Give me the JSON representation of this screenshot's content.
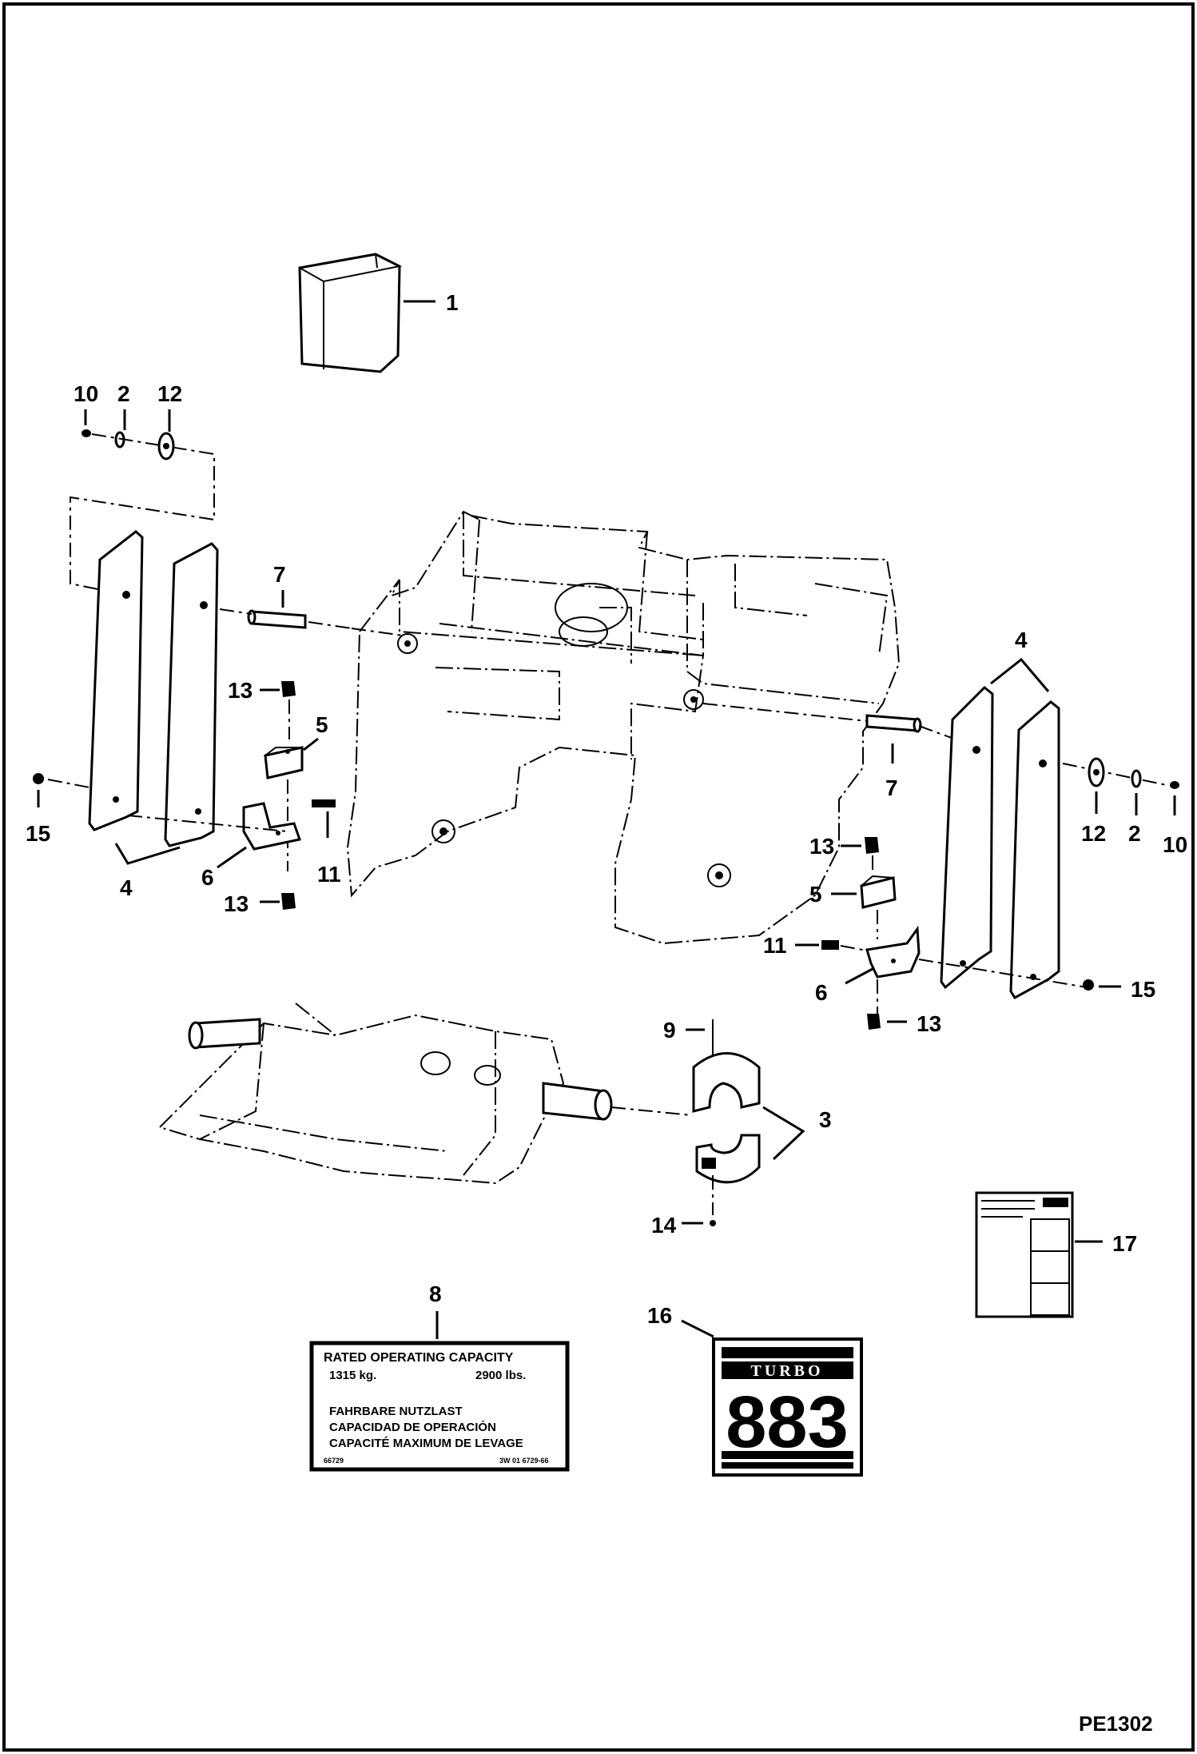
{
  "drawing_code": "PE1302",
  "callouts": {
    "c1": "1",
    "c2_left": "2",
    "c2_right": "2",
    "c3": "3",
    "c4_left": "4",
    "c4_right": "4",
    "c5_left": "5",
    "c5_right": "5",
    "c6_left": "6",
    "c6_right": "6",
    "c7_left": "7",
    "c7_right": "7",
    "c8": "8",
    "c9": "9",
    "c10_left": "10",
    "c10_right": "10",
    "c11_left": "11",
    "c11_right": "11",
    "c12_left": "12",
    "c12_right": "12",
    "c13_left_top": "13",
    "c13_left_bottom": "13",
    "c13_right_top": "13",
    "c13_right_bottom": "13",
    "c14": "14",
    "c15_left": "15",
    "c15_right": "15",
    "c16": "16",
    "c17": "17"
  },
  "capacity_decal": {
    "line1": "RATED OPERATING CAPACITY",
    "kg": "1315 kg.",
    "lbs": "2900 lbs.",
    "line3": "FAHRBARE NUTZLAST",
    "line4": "CAPACIDAD DE OPERACIÓN",
    "line5": "CAPACITÉ MAXIMUM DE LEVAGE",
    "code_left": "66729",
    "code_right": "3W 01 6729-66"
  },
  "model_decal": {
    "word": "TURBO",
    "number": "883"
  }
}
